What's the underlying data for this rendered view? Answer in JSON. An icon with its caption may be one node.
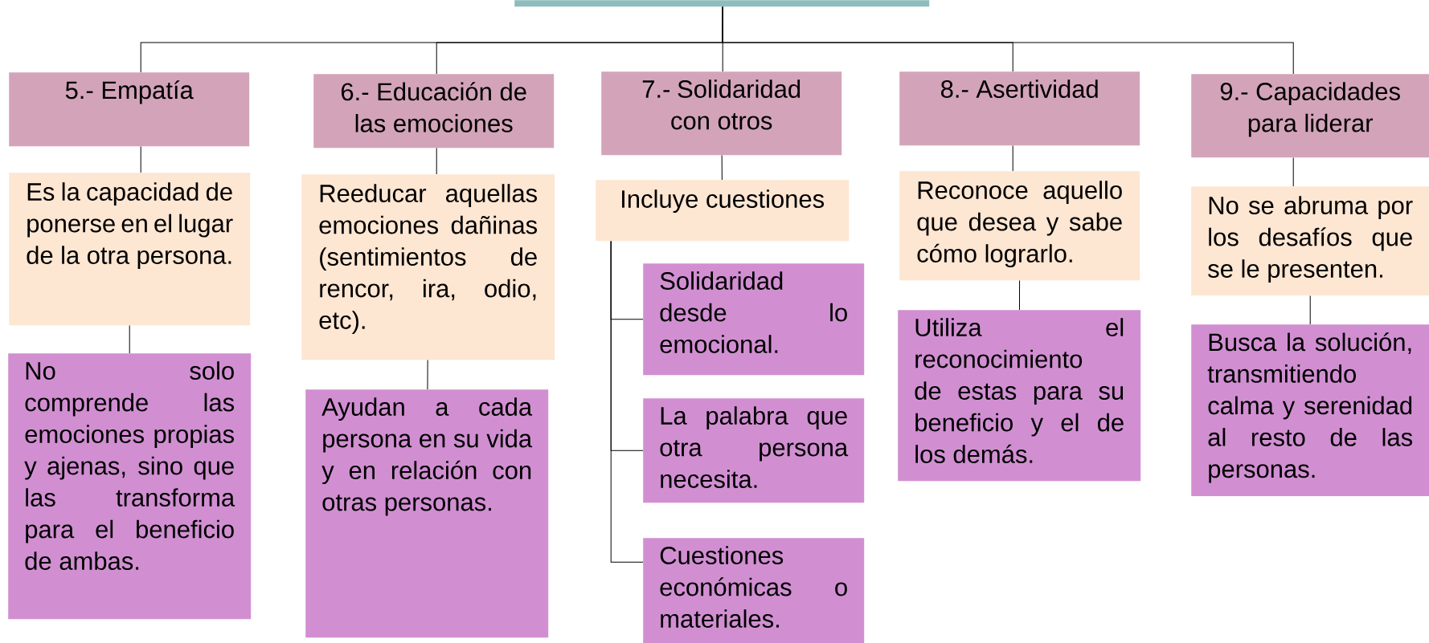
{
  "diagram": {
    "nodes": [
      {
        "text": [],
        "shape": "box"
      },
      {
        "text": [
          "5.- Empatía"
        ]
      },
      {
        "text": [
          "6.- Educación de las emociones"
        ]
      },
      {
        "text": [
          "7.- Solidaridad con otros"
        ]
      },
      {
        "text": [
          "8.- Asertividad"
        ]
      },
      {
        "text": [
          "9.- Capacidades para liderar"
        ]
      },
      {
        "text": [
          "Es la capacidad de ponerse en el lugar de la otra persona."
        ]
      },
      {
        "text": [
          "Reeducar aquellas emociones dañinas (sentimientos de rencor, ira, odio, etc)."
        ]
      },
      {
        "text": [
          "Incluye cuestiones"
        ]
      },
      {
        "text": [
          "Reconoce aquello que desea y sabe cómo lograrlo."
        ]
      },
      {
        "text": [
          "No se abruma por los desafíos que se le presenten."
        ]
      },
      {
        "text": [
          "No solo comprende las emociones propias y ajenas, sino que las transforma para el beneficio de ambas."
        ]
      },
      {
        "text": [
          "Ayudan a cada persona en su vida y en relación con otras personas."
        ]
      },
      {
        "text": [
          "Solidaridad desde lo emocional."
        ]
      },
      {
        "text": [
          "La palabra que otra persona necesita."
        ]
      },
      {
        "text": [
          "Cuestiones económicas o materiales."
        ]
      },
      {
        "text": [
          "Utiliza el reconocimiento de estas para su beneficio y el de los demás."
        ]
      },
      {
        "text": [
          "Busca la solución, transmitiendo calma y serenidad al resto de las personas."
        ]
      }
    ],
    "edges": [
      {
        "from": 0,
        "to": 1,
        "arrow": "none"
      },
      {
        "from": 0,
        "to": 2,
        "arrow": "none"
      },
      {
        "from": 0,
        "to": 3,
        "arrow": "none"
      },
      {
        "from": 0,
        "to": 4,
        "arrow": "none"
      },
      {
        "from": 0,
        "to": 5,
        "arrow": "none"
      },
      {
        "from": 1,
        "to": 6,
        "arrow": "none"
      },
      {
        "from": 2,
        "to": 7,
        "arrow": "none"
      },
      {
        "from": 3,
        "to": 8,
        "arrow": "none"
      },
      {
        "from": 4,
        "to": 9,
        "arrow": "none"
      },
      {
        "from": 5,
        "to": 10,
        "arrow": "none"
      },
      {
        "from": 6,
        "to": 11,
        "arrow": "none"
      },
      {
        "from": 7,
        "to": 12,
        "arrow": "none"
      },
      {
        "from": 8,
        "to": 13,
        "arrow": "none"
      },
      {
        "from": 8,
        "to": 14,
        "arrow": "none"
      },
      {
        "from": 8,
        "to": 15,
        "arrow": "none"
      },
      {
        "from": 9,
        "to": 16,
        "arrow": "none"
      },
      {
        "from": 10,
        "to": 17,
        "arrow": "none"
      }
    ]
  }
}
